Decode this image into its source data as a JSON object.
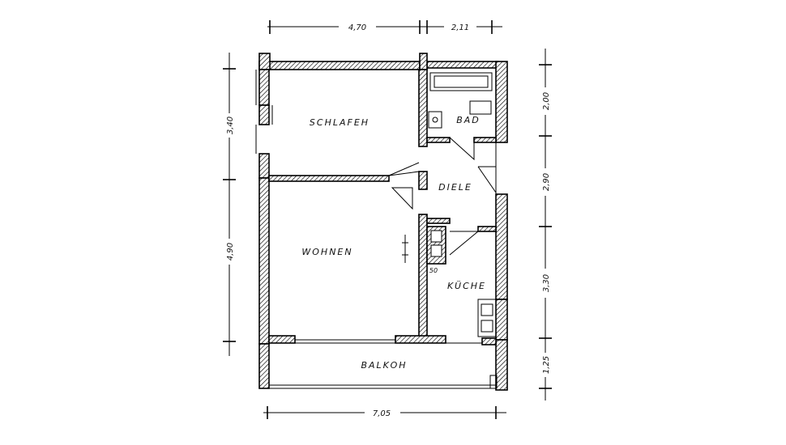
{
  "rooms": {
    "schlafen": "SCHLAFEH",
    "bad": "BAD",
    "diele": "DIELE",
    "wohnen": "WOHNEN",
    "kueche": "KÜCHE",
    "balkon": "BALKOH"
  },
  "dimensions": {
    "top_left": "4,70",
    "top_right": "2,11",
    "left_upper": "3,40",
    "left_lower": "4,90",
    "right_bad": "2,00",
    "right_diele": "2,90",
    "right_kueche": "3,30",
    "right_balkon": "1,25",
    "bottom_total": "7,05",
    "kitchen_note": "50"
  }
}
